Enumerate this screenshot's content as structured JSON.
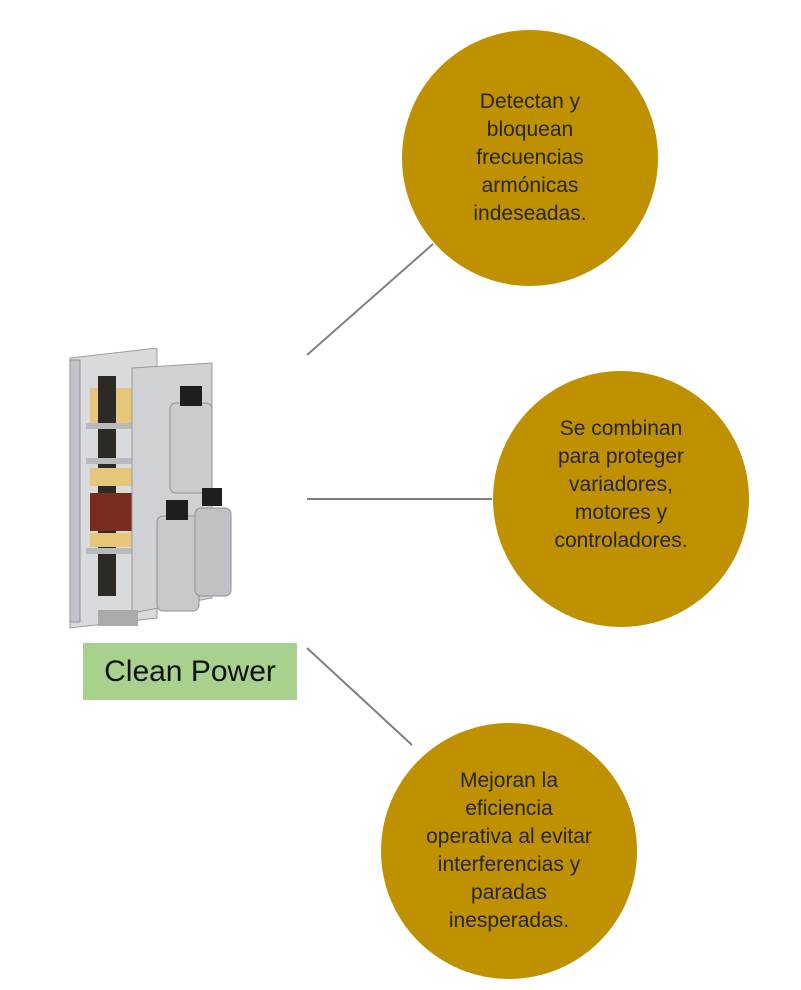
{
  "diagram": {
    "center_label": "Clean Power",
    "product_image": "harmonic-filter-device-photo",
    "colors": {
      "bubble": "#bf9000",
      "label_bg": "#a9d18e",
      "connector": "#808080",
      "text": "#262626"
    },
    "benefits": [
      {
        "text": "Detectan y\nbloquean\nfrecuencias\narmónicas\nindeseadas."
      },
      {
        "text": "Se combinan\npara proteger\nvariadores,\nmotores y\ncontroladores."
      },
      {
        "text": "Mejoran la\neficiencia\noperativa al evitar\ninterferencias y\nparadas\ninesperadas."
      }
    ]
  }
}
